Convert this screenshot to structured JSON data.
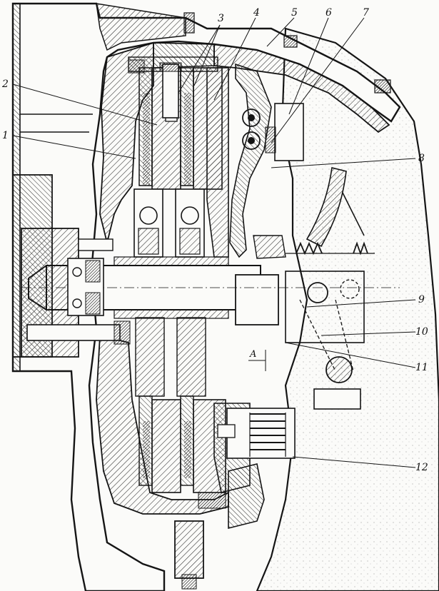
{
  "callouts": [
    {
      "id": "1",
      "text": "1"
    },
    {
      "id": "2",
      "text": "2"
    },
    {
      "id": "3",
      "text": "3"
    },
    {
      "id": "4",
      "text": "4"
    },
    {
      "id": "5",
      "text": "5"
    },
    {
      "id": "6",
      "text": "6"
    },
    {
      "id": "7",
      "text": "7"
    },
    {
      "id": "8",
      "text": "8"
    },
    {
      "id": "9",
      "text": "9"
    },
    {
      "id": "10",
      "text": "10"
    },
    {
      "id": "11",
      "text": "11"
    },
    {
      "id": "12",
      "text": "12"
    }
  ],
  "gap_label": "A",
  "colors": {
    "ink": "#151515",
    "paper": "#fbfbf9",
    "hatch": "#2a2a2a"
  }
}
